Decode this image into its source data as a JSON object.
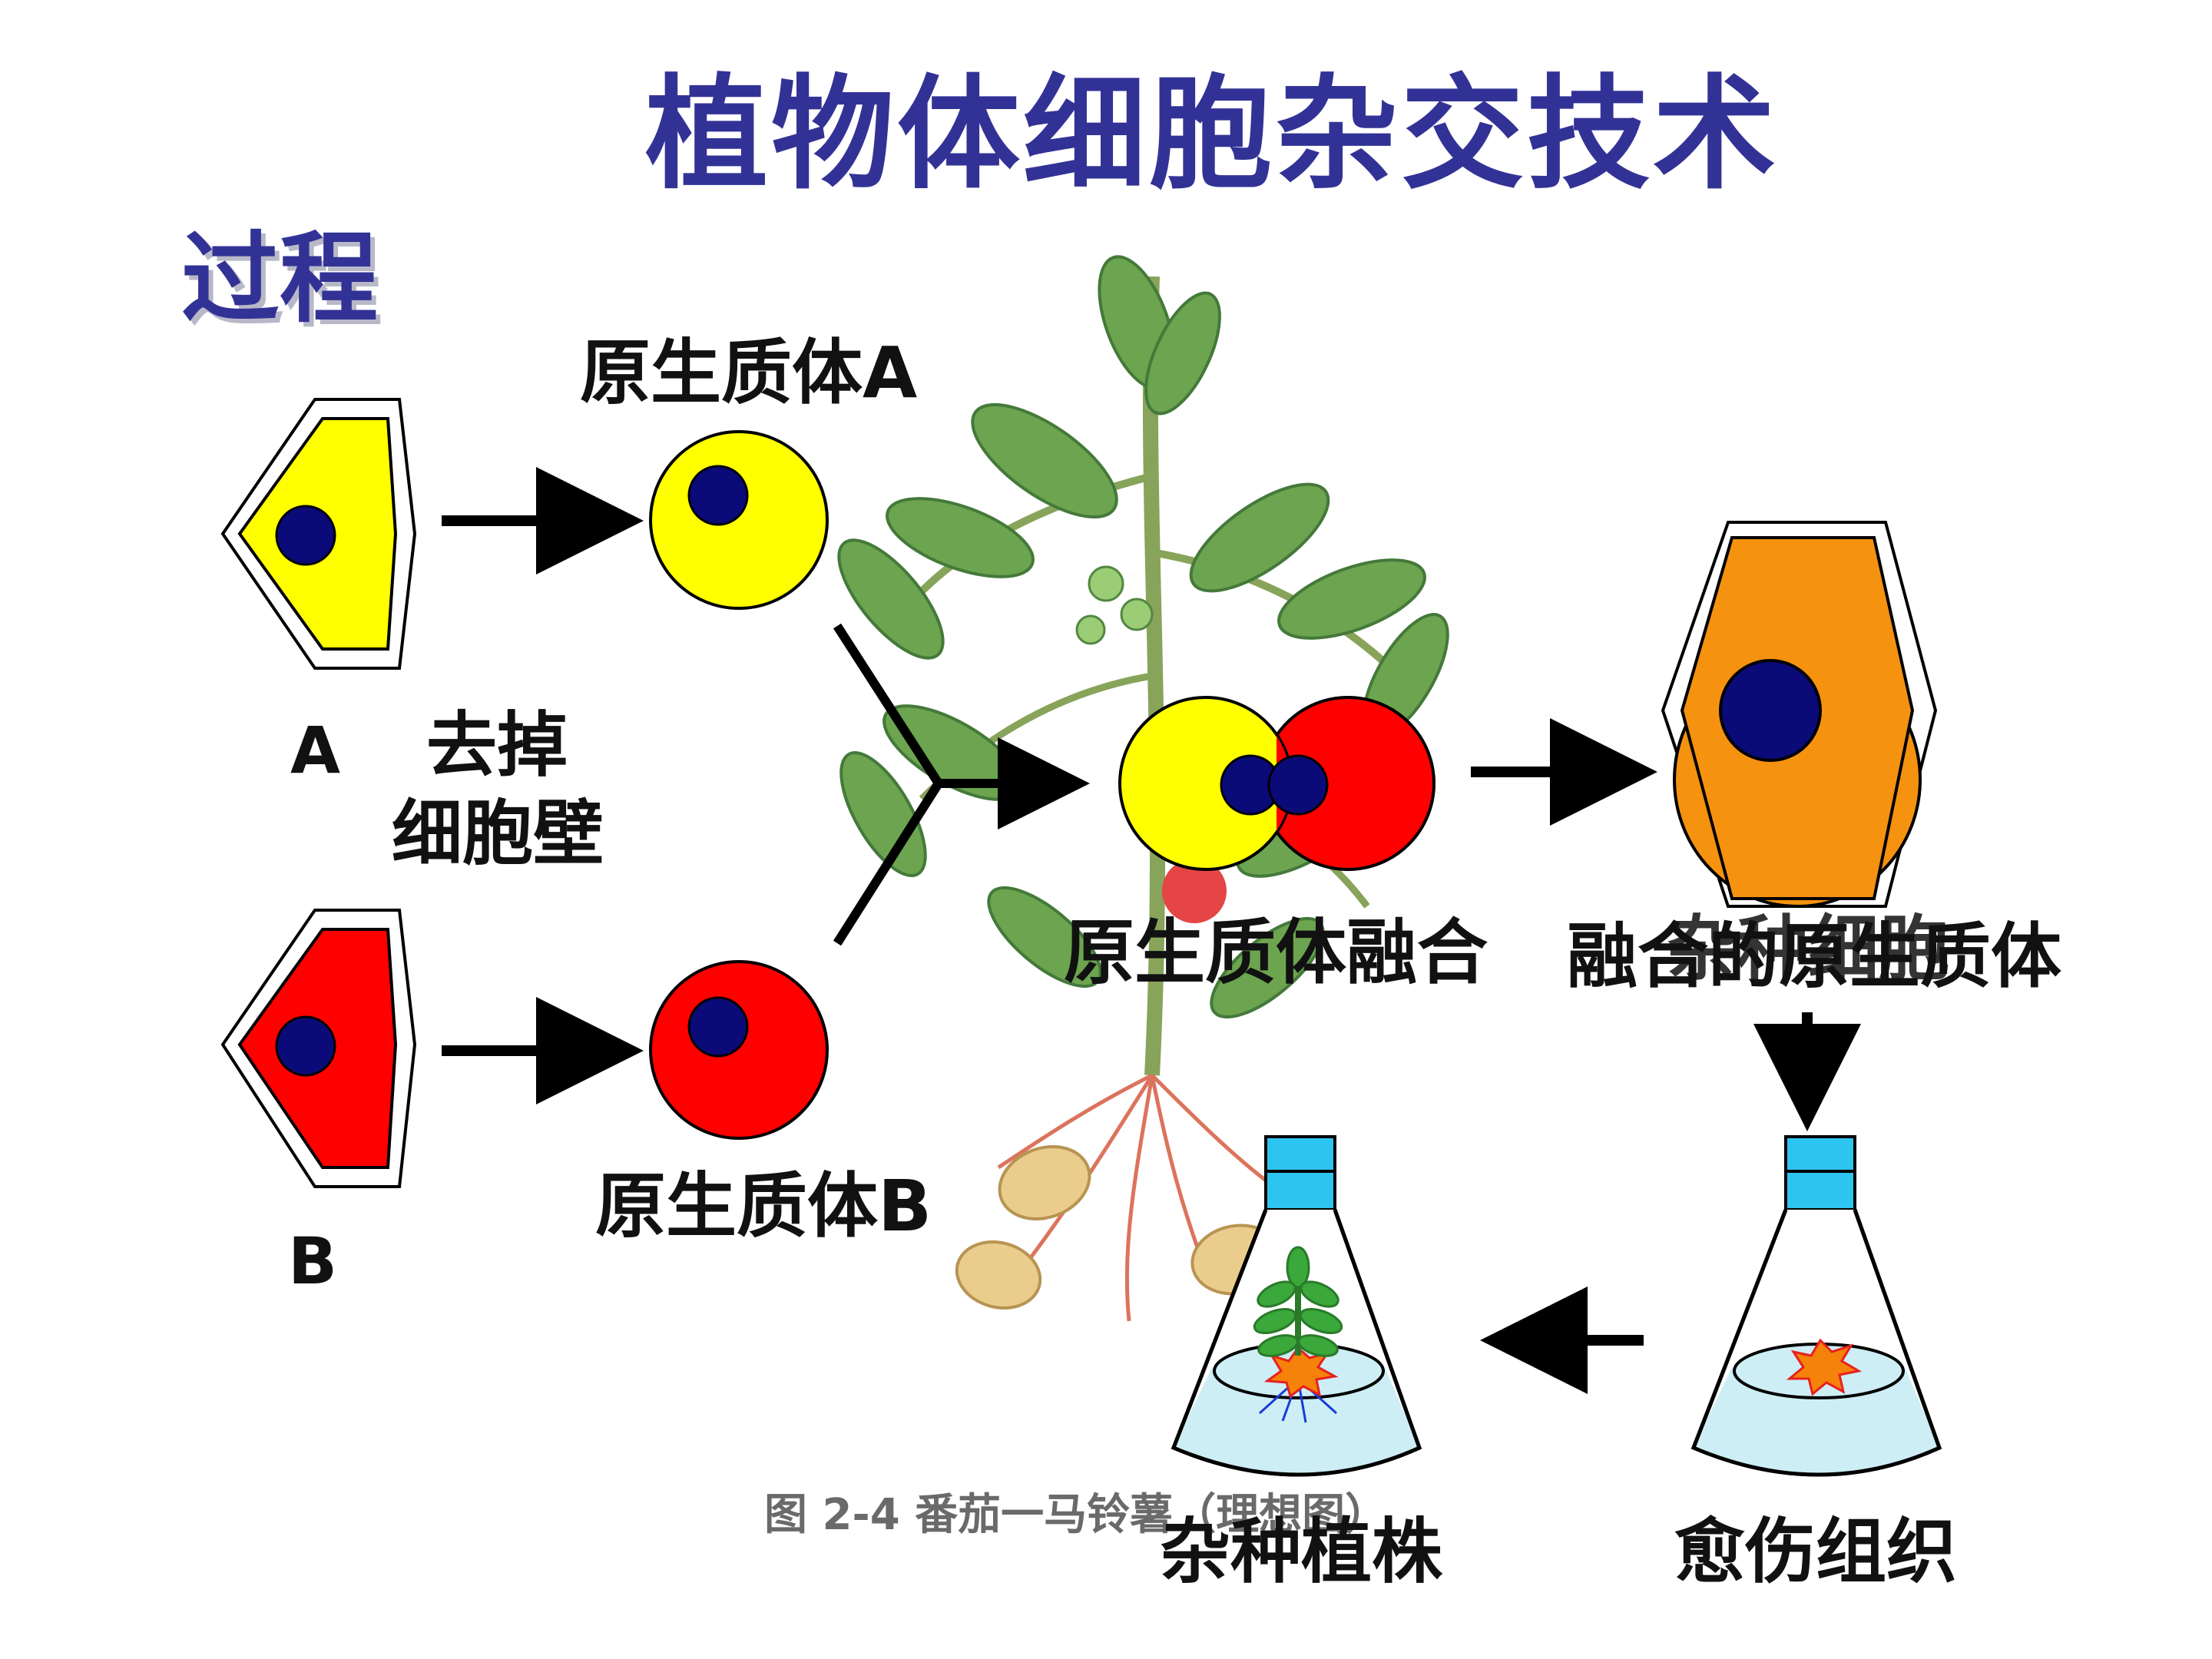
{
  "title": "植物体细胞杂交技术",
  "subtitle": "过程",
  "labels": {
    "cell_a": "A",
    "cell_b": "B",
    "protoplast_a": "原生质体A",
    "protoplast_b": "原生质体B",
    "remove_wall_line1": "去掉",
    "remove_wall_line2": "细胞壁",
    "fusion": "原生质体融合",
    "fused_protoplast": "融合的原生质体",
    "hybrid_cell": "杂种细胞",
    "callus": "愈伤组织",
    "hybrid_plant": "杂种植株",
    "figure_caption": "图 2-4 番茄一马铃薯（理想图）"
  },
  "colors": {
    "title": "#323296",
    "yellow": "#ffff00",
    "red": "#ff0000",
    "orange": "#f5920f",
    "nucleus": "#0a0a78",
    "arrow": "#000000",
    "flask_cap": "#2ec4f0",
    "medium": "#cdeef5",
    "plant_green": "#3aa83a",
    "callus_orange": "#f5820a"
  }
}
